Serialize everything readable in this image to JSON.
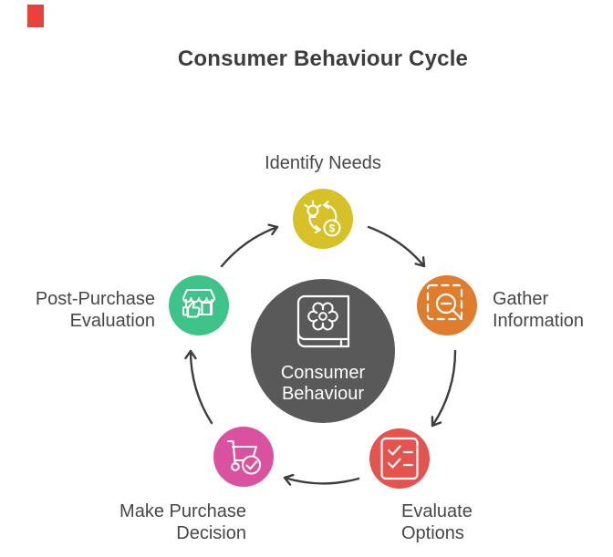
{
  "title": "Consumer Behaviour Cycle",
  "overlay": {
    "color": "#e8413c"
  },
  "theme": {
    "arrow_color": "#3d3d3d",
    "label_color": "#474747",
    "title_color": "#3d3d3d",
    "background": "#ffffff"
  },
  "center": {
    "line1": "Consumer",
    "line2": "Behaviour",
    "color": "#595959",
    "text_color": "#ffffff",
    "icon": "book-gear-icon"
  },
  "nodes": {
    "identify": {
      "line1": "Identify Needs",
      "color": "#d6c227",
      "icon": "idea-money-cycle-icon",
      "coin_symbol": "$"
    },
    "gather": {
      "line1": "Gather",
      "line2": "Information",
      "color": "#e07d2c",
      "icon": "search-region-icon"
    },
    "evaluate": {
      "line1": "Evaluate",
      "line2": "Options",
      "color": "#e5534e",
      "icon": "checklist-icon"
    },
    "purchase": {
      "line1": "Make Purchase",
      "line2": "Decision",
      "color": "#d9519f",
      "icon": "cart-check-icon"
    },
    "post": {
      "line1": "Post-Purchase",
      "line2": "Evaluation",
      "color": "#3ec488",
      "icon": "storefront-thumbsup-icon"
    }
  }
}
